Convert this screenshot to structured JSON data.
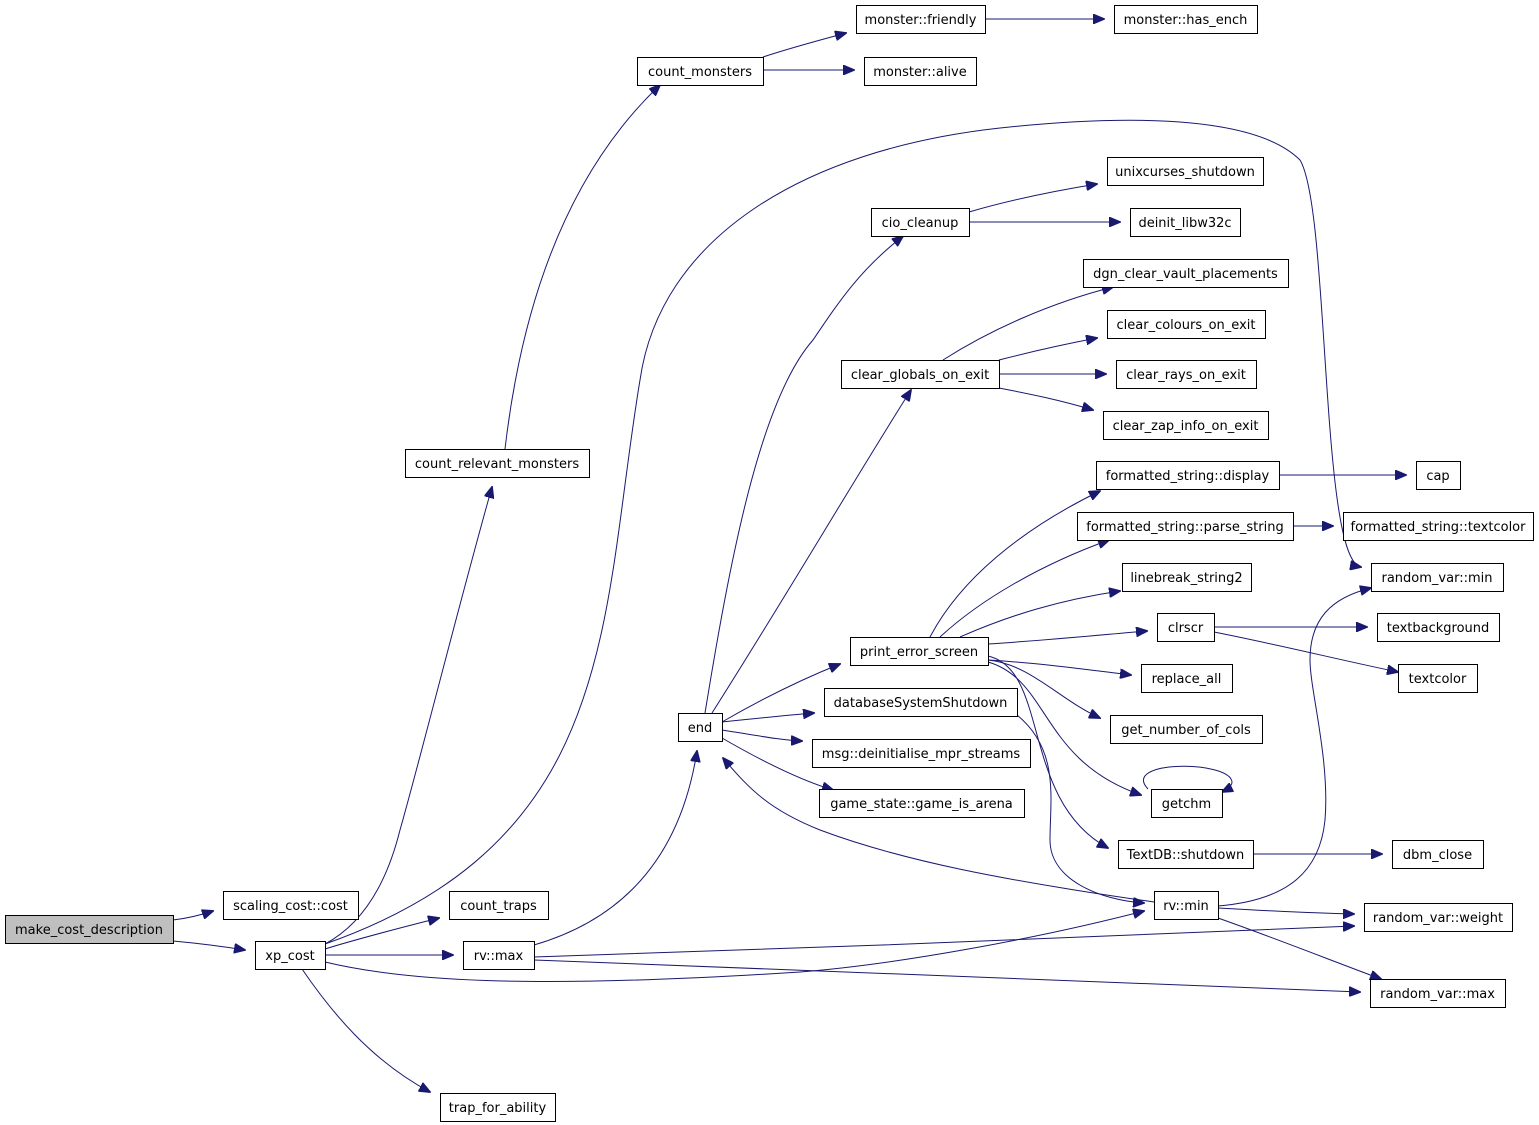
{
  "colors": {
    "edge": "#191970",
    "node_fill": "#ffffff",
    "root_fill": "#bfbfbf",
    "node_border": "#000000"
  },
  "root": "make_cost_description",
  "nodes": {
    "make_cost_description": "make_cost_description",
    "scaling_cost_cost": "scaling_cost::cost",
    "xp_cost": "xp_cost",
    "count_relevant_monsters": "count_relevant_monsters",
    "count_monsters": "count_monsters",
    "monster_friendly": "monster::friendly",
    "monster_has_ench": "monster::has_ench",
    "monster_alive": "monster::alive",
    "count_traps": "count_traps",
    "rv_max": "rv::max",
    "trap_for_ability": "trap_for_ability",
    "end": "end",
    "cio_cleanup": "cio_cleanup",
    "unixcurses_shutdown": "unixcurses_shutdown",
    "deinit_libw32c": "deinit_libw32c",
    "clear_globals_on_exit": "clear_globals_on_exit",
    "dgn_clear_vault_placements": "dgn_clear_vault_placements",
    "clear_colours_on_exit": "clear_colours_on_exit",
    "clear_rays_on_exit": "clear_rays_on_exit",
    "clear_zap_info_on_exit": "clear_zap_info_on_exit",
    "print_error_screen": "print_error_screen",
    "formatted_string_display": "formatted_string::display",
    "cap": "cap",
    "formatted_string_parse_string": "formatted_string::parse_string",
    "formatted_string_textcolor": "formatted_string::textcolor",
    "random_var_min": "random_var::min",
    "linebreak_string2": "linebreak_string2",
    "clrscr": "clrscr",
    "textbackground": "textbackground",
    "textcolor": "textcolor",
    "replace_all": "replace_all",
    "get_number_of_cols": "get_number_of_cols",
    "getchm": "getchm",
    "TextDB_shutdown": "TextDB::shutdown",
    "dbm_close": "dbm_close",
    "databaseSystemShutdown": "databaseSystemShutdown",
    "msg_deinitialise_mpr_streams": "msg::deinitialise_mpr_streams",
    "game_state_game_is_arena": "game_state::game_is_arena",
    "rv_min": "rv::min",
    "random_var_weight": "random_var::weight",
    "random_var_max": "random_var::max"
  },
  "edges": [
    [
      "make_cost_description",
      "scaling_cost_cost"
    ],
    [
      "make_cost_description",
      "xp_cost"
    ],
    [
      "xp_cost",
      "count_relevant_monsters"
    ],
    [
      "xp_cost",
      "count_traps"
    ],
    [
      "xp_cost",
      "rv_max"
    ],
    [
      "xp_cost",
      "trap_for_ability"
    ],
    [
      "xp_cost",
      "random_var_min"
    ],
    [
      "xp_cost",
      "rv_min"
    ],
    [
      "count_relevant_monsters",
      "count_monsters"
    ],
    [
      "count_monsters",
      "monster_friendly"
    ],
    [
      "count_monsters",
      "monster_alive"
    ],
    [
      "monster_friendly",
      "monster_has_ench"
    ],
    [
      "rv_max",
      "end"
    ],
    [
      "rv_max",
      "random_var_weight"
    ],
    [
      "rv_max",
      "random_var_max"
    ],
    [
      "end",
      "cio_cleanup"
    ],
    [
      "end",
      "clear_globals_on_exit"
    ],
    [
      "end",
      "print_error_screen"
    ],
    [
      "end",
      "databaseSystemShutdown"
    ],
    [
      "end",
      "msg_deinitialise_mpr_streams"
    ],
    [
      "end",
      "game_state_game_is_arena"
    ],
    [
      "cio_cleanup",
      "unixcurses_shutdown"
    ],
    [
      "cio_cleanup",
      "deinit_libw32c"
    ],
    [
      "clear_globals_on_exit",
      "dgn_clear_vault_placements"
    ],
    [
      "clear_globals_on_exit",
      "clear_colours_on_exit"
    ],
    [
      "clear_globals_on_exit",
      "clear_rays_on_exit"
    ],
    [
      "clear_globals_on_exit",
      "clear_zap_info_on_exit"
    ],
    [
      "print_error_screen",
      "formatted_string_display"
    ],
    [
      "print_error_screen",
      "formatted_string_parse_string"
    ],
    [
      "print_error_screen",
      "linebreak_string2"
    ],
    [
      "print_error_screen",
      "clrscr"
    ],
    [
      "print_error_screen",
      "replace_all"
    ],
    [
      "print_error_screen",
      "get_number_of_cols"
    ],
    [
      "print_error_screen",
      "getchm"
    ],
    [
      "print_error_screen",
      "TextDB_shutdown"
    ],
    [
      "formatted_string_display",
      "cap"
    ],
    [
      "formatted_string_parse_string",
      "formatted_string_textcolor"
    ],
    [
      "clrscr",
      "textbackground"
    ],
    [
      "clrscr",
      "textcolor"
    ],
    [
      "getchm",
      "getchm"
    ],
    [
      "TextDB_shutdown",
      "dbm_close"
    ],
    [
      "databaseSystemShutdown",
      "rv_min"
    ],
    [
      "rv_min",
      "end"
    ],
    [
      "rv_min",
      "random_var_min"
    ],
    [
      "rv_min",
      "random_var_weight"
    ],
    [
      "rv_min",
      "random_var_max"
    ]
  ]
}
